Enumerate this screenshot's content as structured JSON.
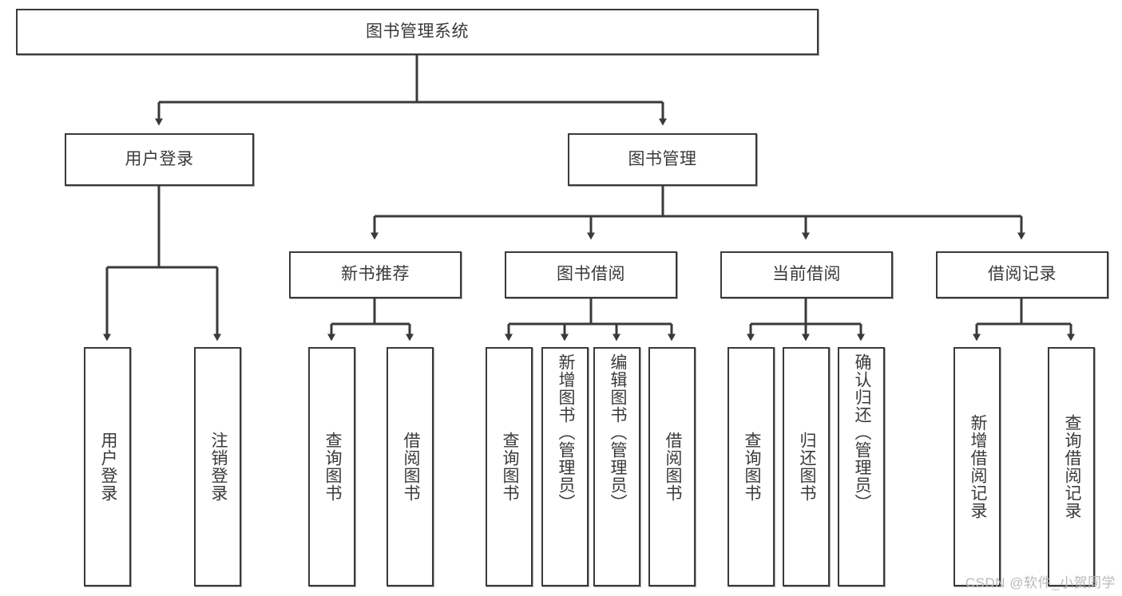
{
  "diagram": {
    "type": "tree-hierarchy-chart",
    "title_node": {
      "id": "root",
      "label": "图书管理系统"
    },
    "colors": {
      "box_border": "#3a3a3a",
      "box_fill": "#ffffff",
      "connector": "#3a3a3a",
      "text": "#3a3a3a",
      "watermark": "#b9b9b9",
      "background": "#ffffff"
    },
    "level2": [
      {
        "id": "login",
        "label": "用户登录"
      },
      {
        "id": "bookmgmt",
        "label": "图书管理"
      }
    ],
    "level3": [
      {
        "id": "newbook",
        "label": "新书推荐",
        "parent": "bookmgmt"
      },
      {
        "id": "borrow",
        "label": "图书借阅",
        "parent": "bookmgmt"
      },
      {
        "id": "current",
        "label": "当前借阅",
        "parent": "bookmgmt"
      },
      {
        "id": "records",
        "label": "借阅记录",
        "parent": "bookmgmt"
      }
    ],
    "leaves": {
      "login": [
        {
          "id": "leaf-user-login",
          "label": "用户登录"
        },
        {
          "id": "leaf-user-logout",
          "label": "注销登录"
        }
      ],
      "newbook": [
        {
          "id": "leaf-query-book-1",
          "label": "查询图书"
        },
        {
          "id": "leaf-borrow-book-1",
          "label": "借阅图书"
        }
      ],
      "borrow": [
        {
          "id": "leaf-query-book-2",
          "label": "查询图书"
        },
        {
          "id": "leaf-add-book",
          "label": "新增图书（管理员）"
        },
        {
          "id": "leaf-edit-book",
          "label": "编辑图书（管理员）"
        },
        {
          "id": "leaf-borrow-book-2",
          "label": "借阅图书"
        }
      ],
      "current": [
        {
          "id": "leaf-query-book-3",
          "label": "查询图书"
        },
        {
          "id": "leaf-return-book",
          "label": "归还图书"
        },
        {
          "id": "leaf-confirm-return",
          "label": "确认归还（管理员）"
        }
      ],
      "records": [
        {
          "id": "leaf-add-record",
          "label": "新增借阅记录"
        },
        {
          "id": "leaf-query-record",
          "label": "查询借阅记录"
        }
      ]
    }
  },
  "watermark": {
    "text": "CSDN @软件_小贺同学"
  }
}
